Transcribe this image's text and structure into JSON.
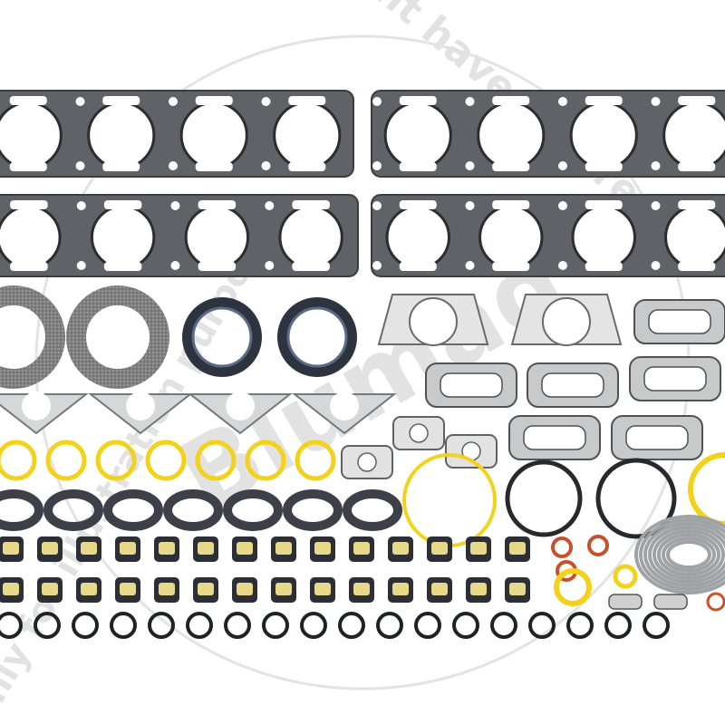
{
  "watermark": {
    "brand": "Blumaq",
    "line_top": "Might have differences",
    "line_bottom": "Only for illustration purposes",
    "color": "#d7d7d7"
  },
  "colors": {
    "gasket_steel": "#5f6266",
    "gasket_dark": "#3a3d42",
    "seal_yellow": "#f2d21a",
    "cup_cream": "#e8d98a",
    "o_ring_red": "#c9502a",
    "graphite_ring": "#8d8d8d",
    "band_grey": "#9fa3a6"
  },
  "items": [
    {
      "kind": "cylinder-head-gasket",
      "count": 4
    },
    {
      "kind": "exhaust-ring-graphite",
      "count": 2
    },
    {
      "kind": "crank-seal-ring",
      "count": 2
    },
    {
      "kind": "paper-flange-gasket",
      "count": 2
    },
    {
      "kind": "manifold-gasket",
      "count": 6
    },
    {
      "kind": "triangular-gasket",
      "count": 4
    },
    {
      "kind": "small-flange-gasket",
      "count": 3
    },
    {
      "kind": "yellow-o-ring",
      "count": 7
    },
    {
      "kind": "liner-seal",
      "count": 7
    },
    {
      "kind": "valve-stem-seal",
      "count": 28
    },
    {
      "kind": "black-o-ring",
      "count": 18
    }
  ]
}
